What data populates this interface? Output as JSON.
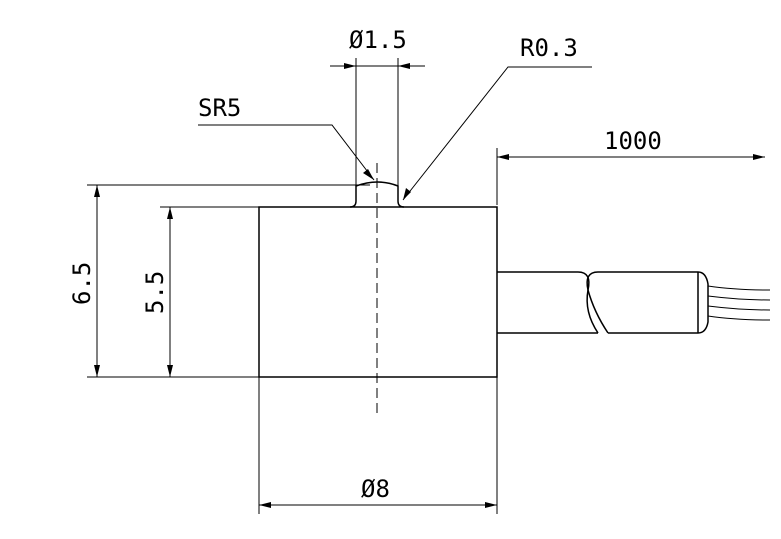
{
  "drawing": {
    "dim_shaft_diameter": "Ø1.5",
    "dim_tip_radius": "R0.3",
    "dim_sphere_radius": "SR5",
    "dim_cable_length": "1000",
    "dim_total_height": "6.5",
    "dim_body_height": "5.5",
    "dim_body_diameter": "Ø8",
    "line_color": "#000000",
    "background_color": "#ffffff"
  }
}
